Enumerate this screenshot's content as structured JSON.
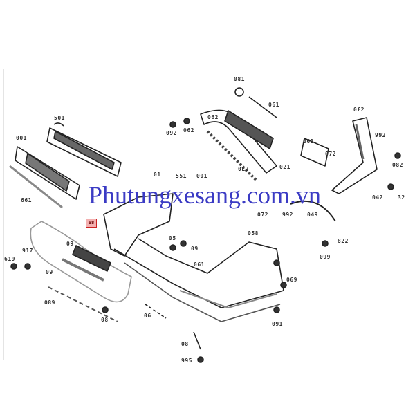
{
  "watermark": "Phutungxesang.com.vn",
  "watermark_color": "#3b3bc4",
  "highlight_label": "68",
  "highlight_color": "#c22222",
  "labels": [
    "081",
    "061",
    "092",
    "062",
    "062",
    "501",
    "001",
    "661",
    "01",
    "001",
    "551",
    "0E2",
    "021",
    "0£2",
    "992",
    "082",
    "042",
    "32",
    "09",
    "619",
    "917",
    "09",
    "089",
    "08",
    "06",
    "08",
    "995",
    "05",
    "09",
    "061",
    "058",
    "069",
    "091",
    "099",
    "822",
    "049",
    "072",
    "992",
    "072",
    "861"
  ]
}
